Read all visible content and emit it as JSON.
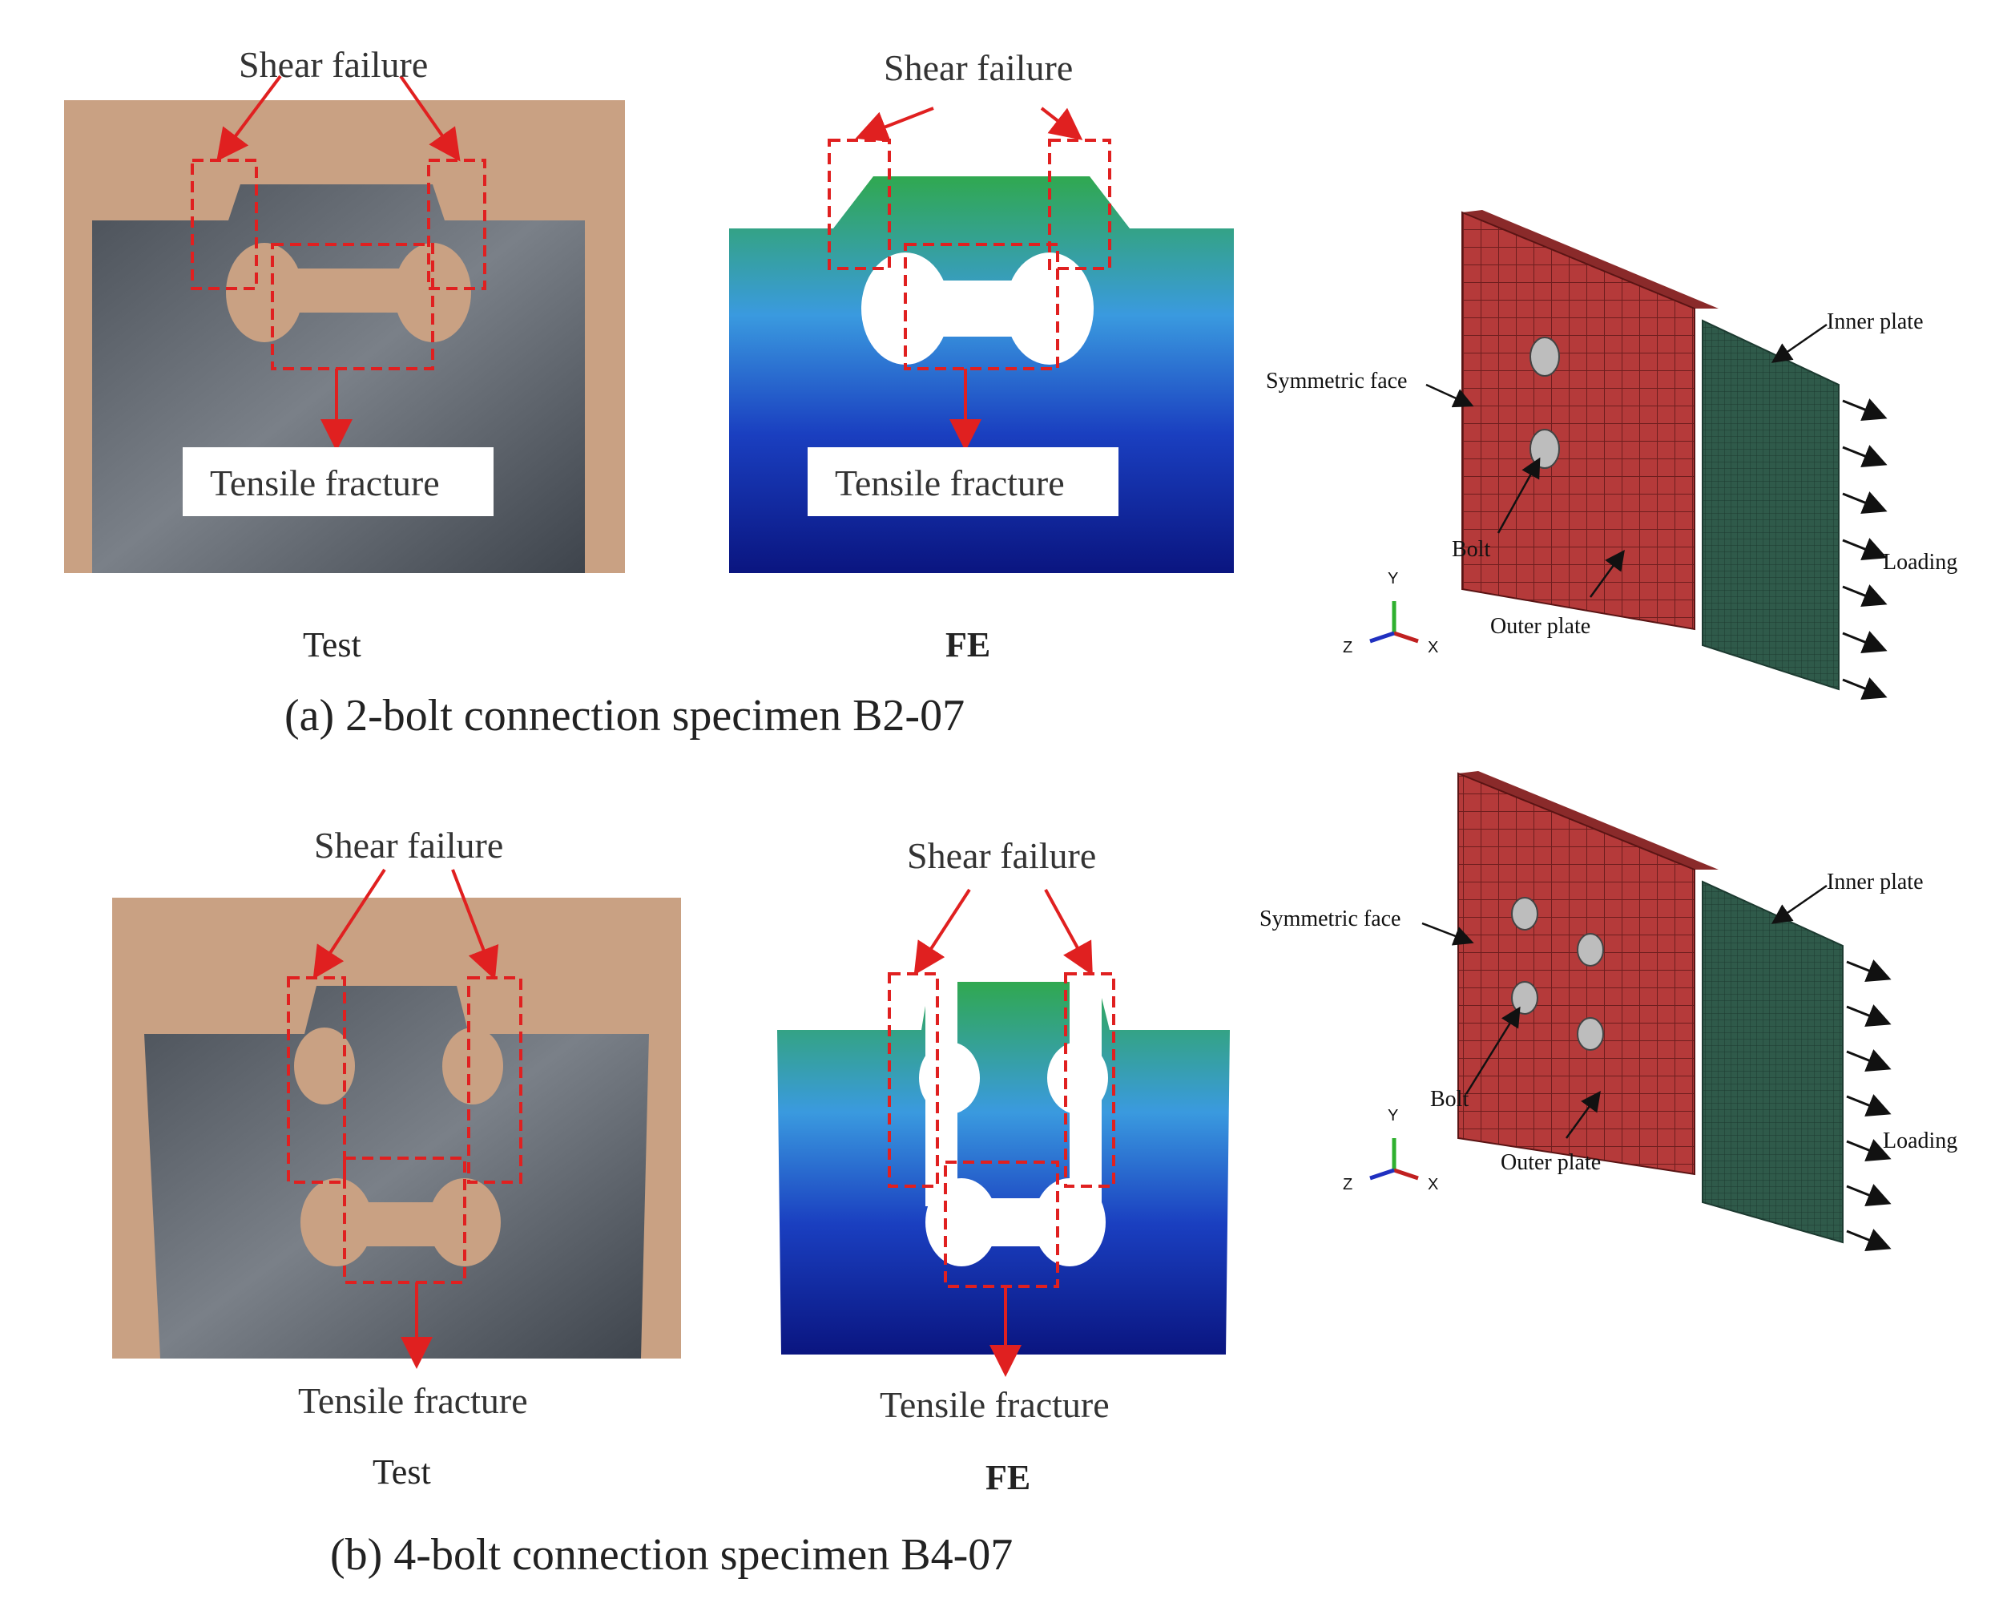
{
  "figure": {
    "panel_a": {
      "caption": "(a)   2-bolt connection specimen B2-07",
      "test": {
        "label": "Test",
        "shear_label": "Shear failure",
        "tensile_label": "Tensile fracture"
      },
      "fe": {
        "label": "FE",
        "shear_label": "Shear failure",
        "tensile_label": "Tensile fracture"
      },
      "model": {
        "symmetric_face": "Symmetric face",
        "inner_plate": "Inner plate",
        "bolt": "Bolt",
        "outer_plate": "Outer plate",
        "loading": "Loading",
        "axes": {
          "y": "Y",
          "z": "Z",
          "x": "X"
        }
      }
    },
    "panel_b": {
      "caption": "(b) 4-bolt connection specimen B4-07",
      "test": {
        "label": "Test",
        "shear_label": "Shear failure",
        "tensile_label": "Tensile fracture"
      },
      "fe": {
        "label": "FE",
        "shear_label": "Shear failure",
        "tensile_label": "Tensile fracture"
      },
      "model": {
        "symmetric_face": "Symmetric face",
        "inner_plate": "Inner plate",
        "bolt": "Bolt",
        "outer_plate": "Outer plate",
        "loading": "Loading",
        "axes": {
          "y": "Y",
          "z": "Z",
          "x": "X"
        }
      }
    },
    "colors": {
      "annotation_red": "#e02020",
      "wood": "#c9a183",
      "steel": "#5a6068",
      "mesh_outer": "#b53a3a",
      "mesh_inner": "#2f5a4a",
      "fe_low": "#0a1a9a",
      "fe_mid": "#3aa0e0",
      "fe_high": "#2fb02f"
    }
  }
}
